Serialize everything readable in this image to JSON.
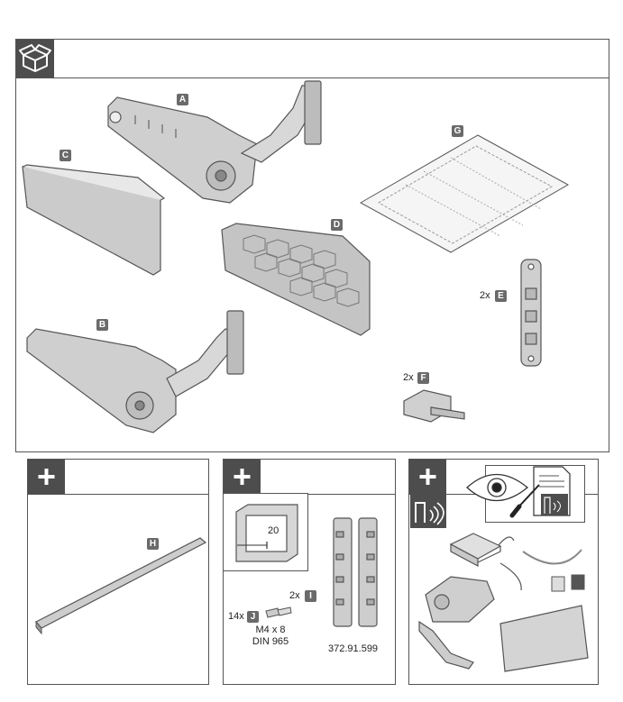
{
  "parts": {
    "a": "A",
    "b": "B",
    "c": "C",
    "d": "D",
    "e": "E",
    "f": "F",
    "g": "G",
    "h": "H",
    "i": "I",
    "j": "J"
  },
  "quantities": {
    "e": "2x",
    "f": "2x",
    "i": "2x",
    "j": "14x"
  },
  "screw": {
    "size": "M4 x 8",
    "standard": "DIN 965"
  },
  "dimension_value": "20",
  "article_number": "372.91.599",
  "icons": {
    "header": "open-box-icon",
    "panels": "plus-icon",
    "eye": "eye-icon",
    "screwdriver": "screwdriver-icon",
    "document": "instruction-sheet-icon",
    "wireless": "wireless-signal-icon"
  },
  "colors": {
    "badge": "#4d4d4d",
    "tag": "#6a6a6a",
    "part_fill": "#c8c8c8",
    "part_stroke": "#555555"
  }
}
